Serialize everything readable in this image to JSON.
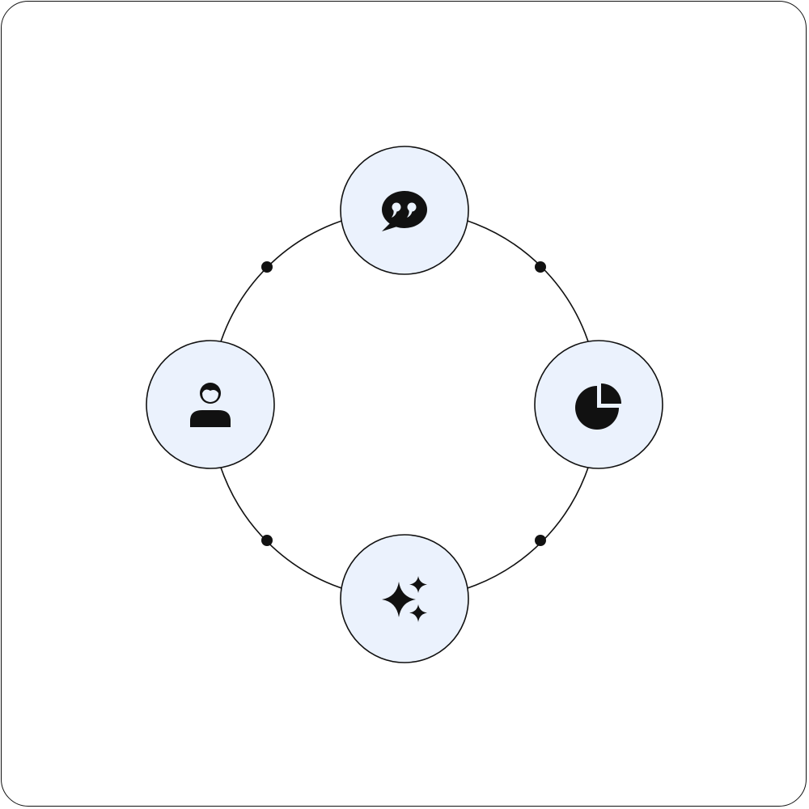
{
  "diagram": {
    "type": "cycle",
    "style": {
      "node_fill": "#EBF2FD",
      "stroke": "#111111",
      "background": "#FFFFFF"
    },
    "nodes": [
      {
        "id": "top",
        "icon": "speech-bubble-quote-icon"
      },
      {
        "id": "right",
        "icon": "pie-chart-icon"
      },
      {
        "id": "bottom",
        "icon": "sparkles-icon"
      },
      {
        "id": "left",
        "icon": "user-icon"
      }
    ],
    "connector_dots": 4
  }
}
